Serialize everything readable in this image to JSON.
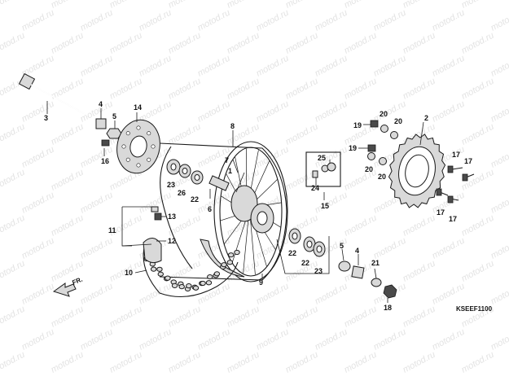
{
  "watermark": "motod.ru",
  "diagram_code": "KSEEF1100",
  "direction_label": "FR.",
  "callouts": [
    "1",
    "2",
    "3",
    "4",
    "5",
    "6",
    "7",
    "8",
    "9",
    "10",
    "11",
    "12",
    "13",
    "14",
    "15",
    "16",
    "17",
    "18",
    "19",
    "20",
    "21",
    "22",
    "23",
    "24",
    "25",
    "26"
  ]
}
